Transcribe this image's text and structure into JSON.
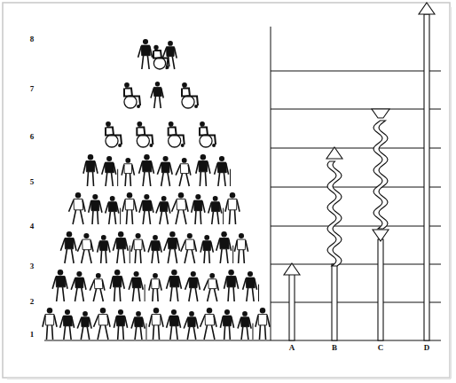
{
  "diagram": {
    "labels": [
      "8",
      "7",
      "6",
      "5",
      "4",
      "3",
      "2",
      "1",
      "A",
      "B",
      "C",
      "D"
    ]
  }
}
